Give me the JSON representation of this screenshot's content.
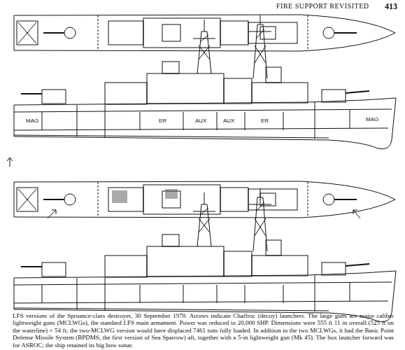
{
  "diagram": {
    "caption": "LFS versions of the Spruance-class destroyer, 30 September 1970. Arrows indicate Chaffroc (decoy) launchers. The large guns are major caliber lightweight guns (MCLWGs), the standard LFS main armament. Power was reduced to 20,000 SHP. Dimensions were 555 ft 11 in overall (525 ft on the waterline) × 54 ft; the two-MCLWG version would have displaced 7461 tons fully loaded. In addition to the two MCLWGs, it had the Basic Point Defense Missile System (BPDMS, the first version of Sea Sparrow) aft, together with a 5-in lightweight gun (Mk 45). The box launcher forward was for ASROC; the ship retained its big bow sonar.",
    "labels": [
      "FIRE SUPPORT REVISITED",
      "413",
      "MAG",
      "ER",
      "AUX",
      "AUX",
      "ER",
      "MAG"
    ]
  }
}
